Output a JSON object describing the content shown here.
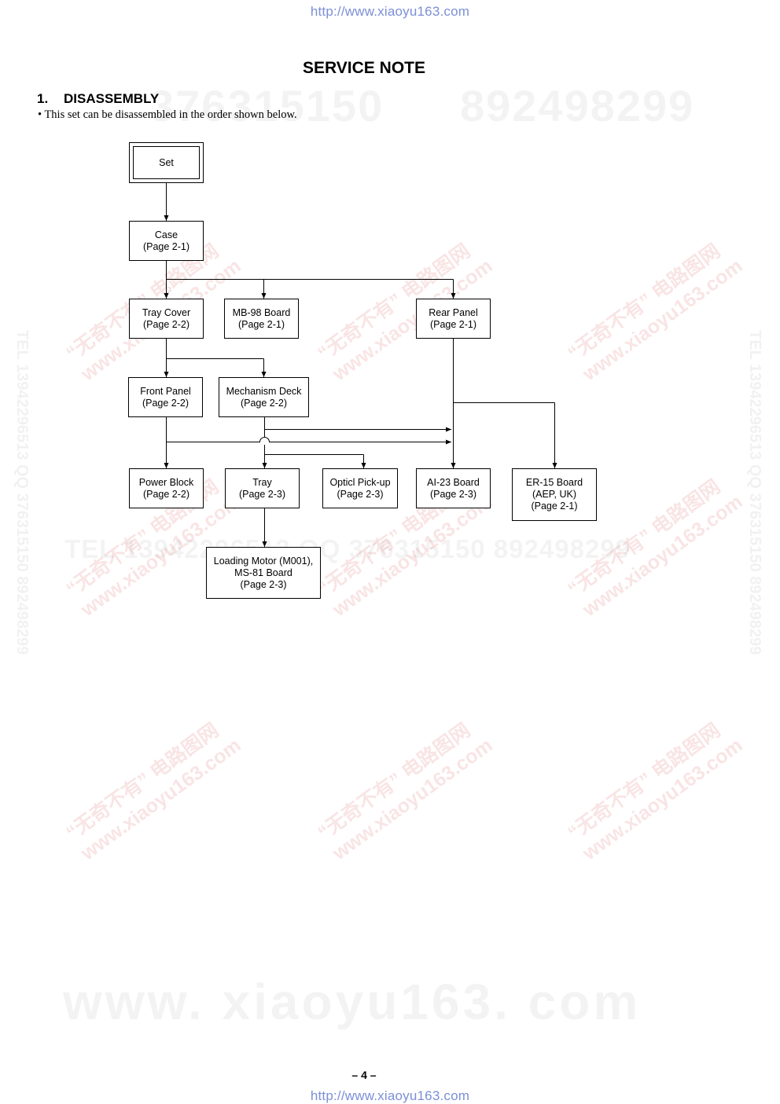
{
  "header": {
    "url": "http://www.xiaoyu163.com"
  },
  "footer": {
    "url": "http://www.xiaoyu163.com",
    "page_number": "– 4 –"
  },
  "document": {
    "title": "SERVICE NOTE",
    "section_number": "1.",
    "section_title": "DISASSEMBLY",
    "note": "•  This set can be disassembled in the order shown below."
  },
  "watermarks": {
    "qq1": "376315150",
    "qq2": "892498299",
    "tel": "TEL 13942296513    QQ 376315150   892498299",
    "bottom": "www. xiaoyu163. com",
    "side": "TEL 13942296513  QQ 376315150  892498299",
    "stamp_line1": "“无奇不有” 电路图网",
    "stamp_line2": "www.xiaoyu163.com"
  },
  "diagram": {
    "set": {
      "line1": "Set"
    },
    "case": {
      "line1": "Case",
      "line2": "(Page 2-1)"
    },
    "tray_cover": {
      "line1": "Tray Cover",
      "line2": "(Page 2-2)"
    },
    "mb98": {
      "line1": "MB-98 Board",
      "line2": "(Page 2-1)"
    },
    "rear_panel": {
      "line1": "Rear Panel",
      "line2": "(Page 2-1)"
    },
    "front_panel": {
      "line1": "Front Panel",
      "line2": "(Page 2-2)"
    },
    "mech_deck": {
      "line1": "Mechanism Deck",
      "line2": "(Page 2-2)"
    },
    "power_block": {
      "line1": "Power Block",
      "line2": "(Page 2-2)"
    },
    "tray": {
      "line1": "Tray",
      "line2": "(Page 2-3)"
    },
    "optical": {
      "line1": "Opticl Pick-up",
      "line2": "(Page 2-3)"
    },
    "ai23": {
      "line1": "AI-23 Board",
      "line2": "(Page 2-3)"
    },
    "er15": {
      "line1": "ER-15 Board",
      "line2": "(AEP, UK)",
      "line3": "(Page 2-1)"
    },
    "loading": {
      "line1": "Loading Motor (M001),",
      "line2": "MS-81 Board",
      "line3": "(Page 2-3)"
    }
  }
}
